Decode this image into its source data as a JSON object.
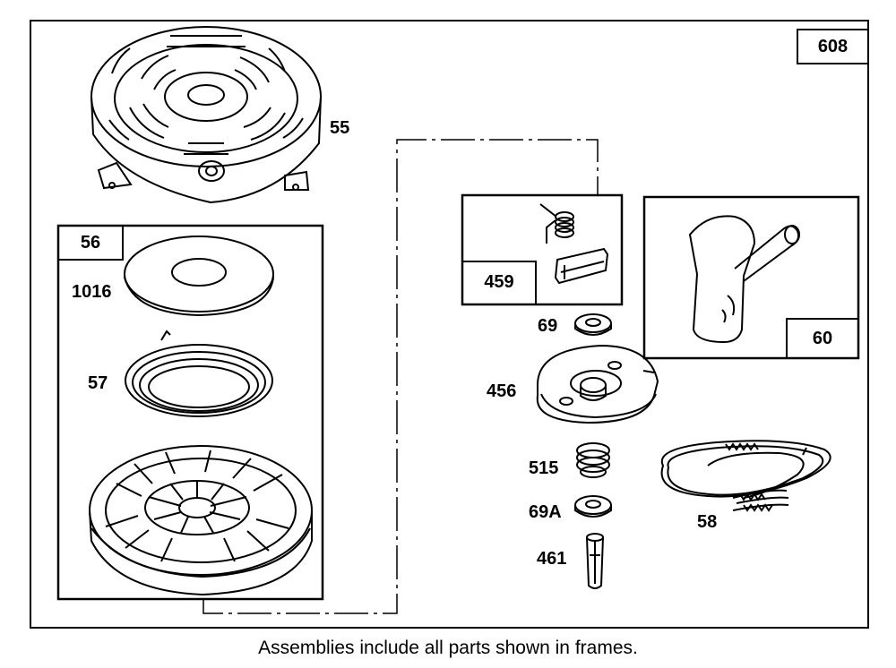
{
  "diagram": {
    "assembly_number": "608",
    "sub_assemblies": {
      "pulley_assembly": "56",
      "pawl_kit": "459",
      "handle": "60"
    },
    "part_labels": {
      "housing": "55",
      "washer_plate": "1016",
      "rewind_spring": "57",
      "washer_69": "69",
      "pawl_retainer": "456",
      "retainer_spring": "515",
      "washer_69a": "69A",
      "pin": "461",
      "rope": "58"
    },
    "caption": "Assemblies include all parts shown in frames."
  }
}
